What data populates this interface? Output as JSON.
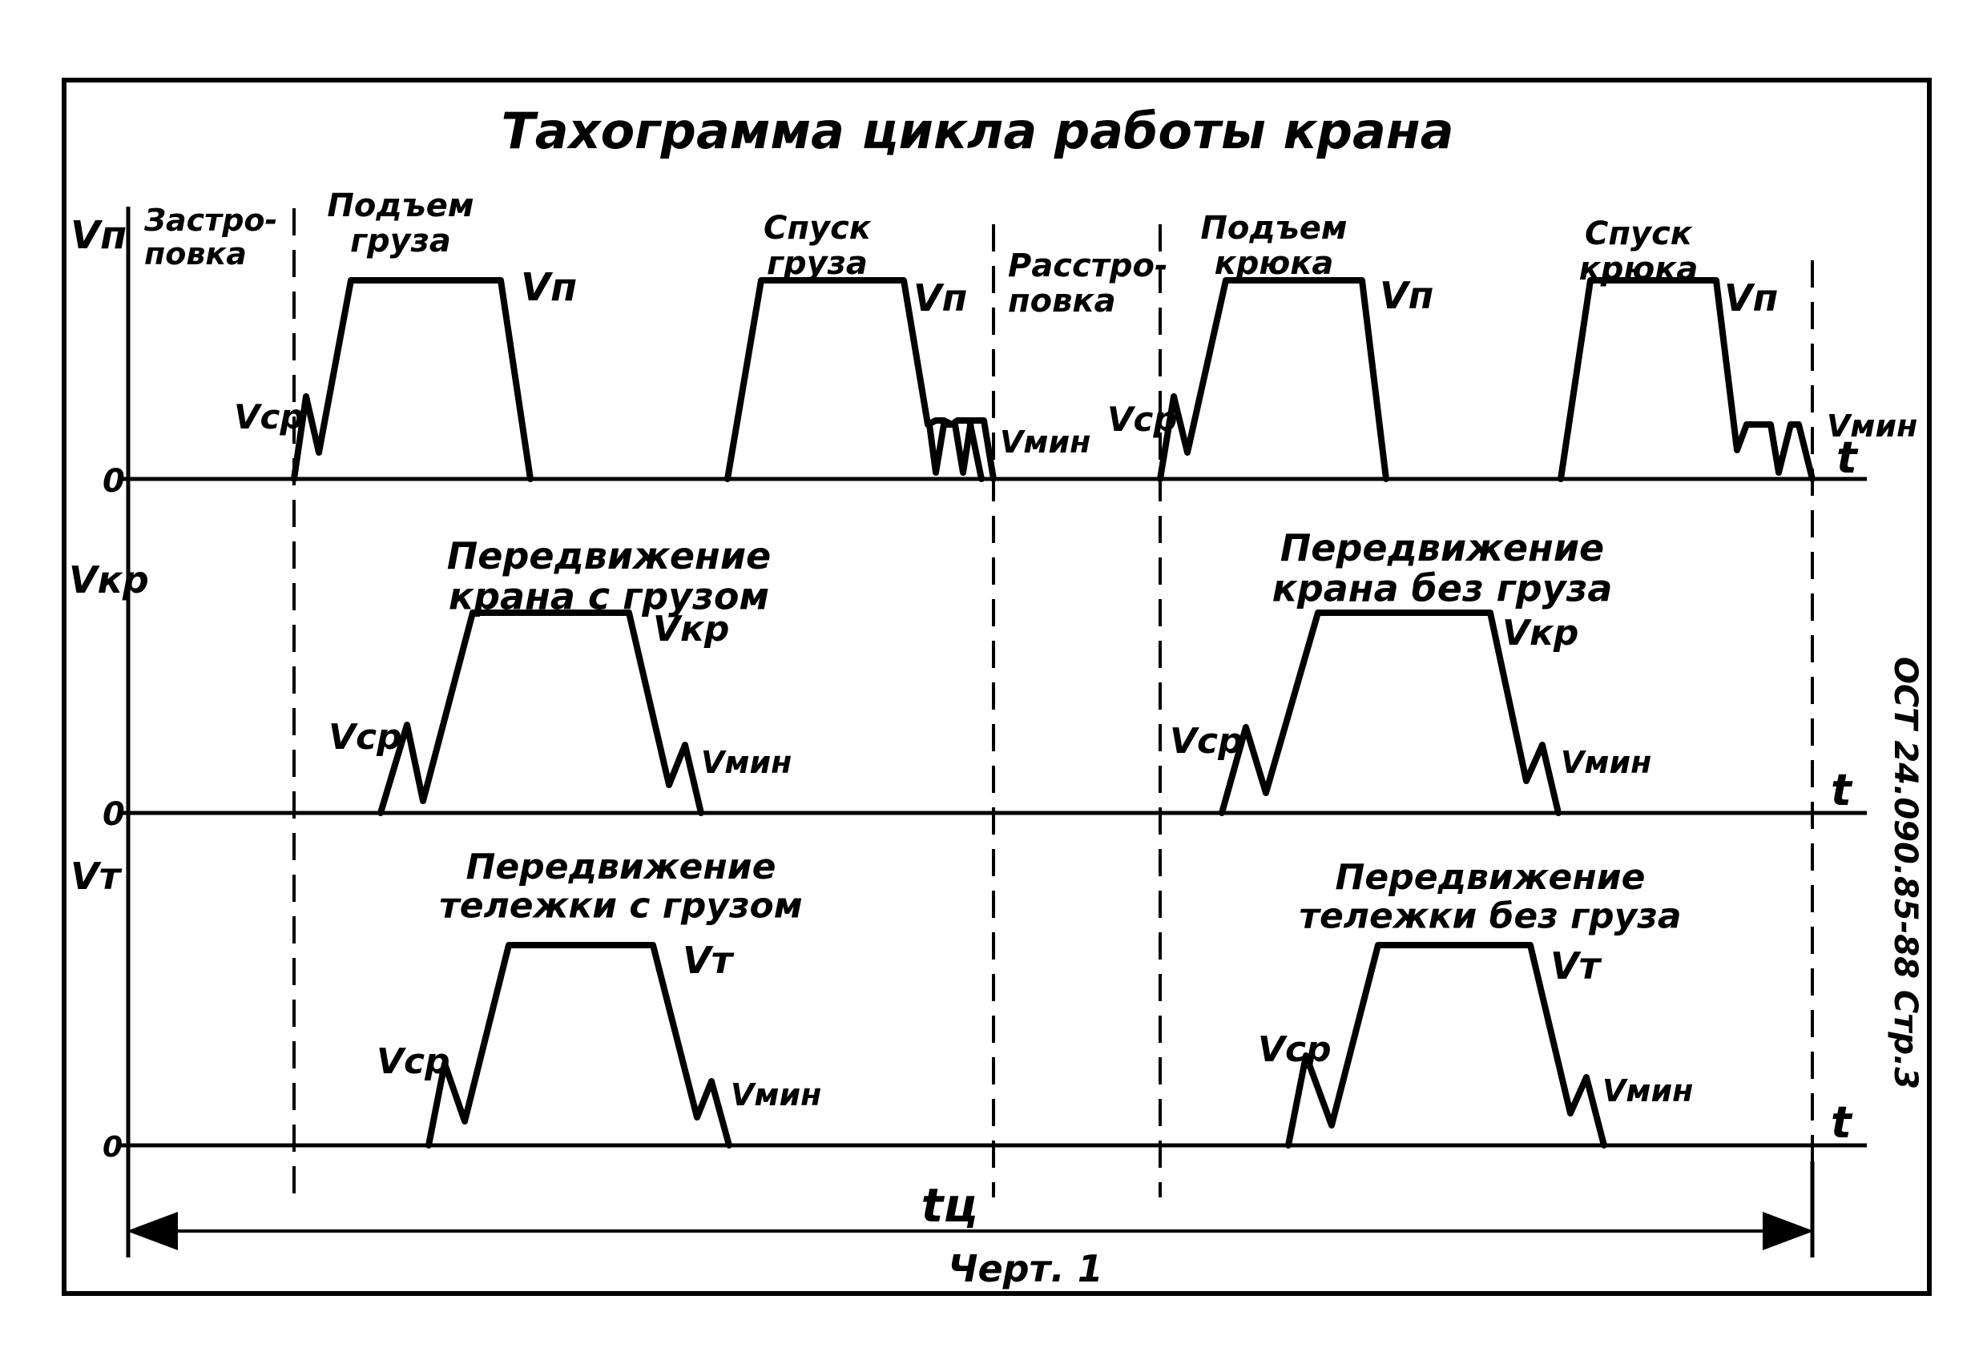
{
  "title": "Тахограмма цикла работы крана",
  "caption": "Черт. 1",
  "side_stamp": "ОСТ 24.090.85-88 Стр.3",
  "cycle_time_label": "tц",
  "panels": [
    {
      "id": "hoist",
      "axis_label": "Vп",
      "zero_label": "0",
      "t_label": "t",
      "phases": [
        "Застро-\nповка",
        "Подъем\nгруза",
        "Спуск\nгруза",
        "Расстро-\nповка",
        "Подъем\nкрюка",
        "Спуск\nкрюка"
      ],
      "curve_labels": [
        "Vп",
        "Vп",
        "Vп",
        "Vп",
        "Vср",
        "Vср",
        "Vмин",
        "Vмин"
      ]
    },
    {
      "id": "crane",
      "axis_label": "Vкр",
      "zero_label": "0",
      "t_label": "t",
      "phases": [
        "Передвижение\nкрана с грузом",
        "Передвижение\nкрана без груза"
      ],
      "curve_labels": [
        "Vкр",
        "Vкр",
        "Vср",
        "Vср",
        "Vмин",
        "Vмин"
      ]
    },
    {
      "id": "trolley",
      "axis_label": "Vт",
      "zero_label": "0",
      "t_label": "t",
      "phases": [
        "Передвижение\nтележки с грузом",
        "Передвижение\nтележки без груза"
      ],
      "curve_labels": [
        "Vт",
        "Vт",
        "Vср",
        "Vср",
        "Vмин",
        "Vмин"
      ]
    }
  ]
}
